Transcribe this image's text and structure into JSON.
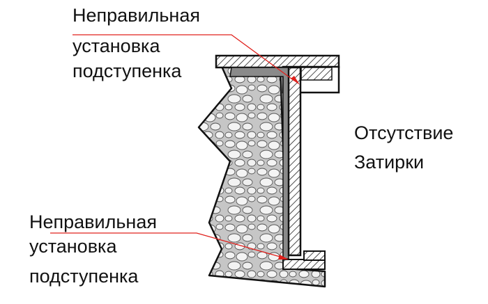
{
  "labels": {
    "top": [
      "Неправильная",
      "установка",
      "подступенка"
    ],
    "right": [
      "Отсутствие",
      "Затирки"
    ],
    "bottom": [
      "Неправильная",
      "установка",
      "подступенка"
    ]
  },
  "colors": {
    "leader": "#e0201c",
    "outline": "#111111",
    "concrete": "#c8c8c8",
    "screed": "#8a8a8a",
    "hatch": "#222222"
  }
}
